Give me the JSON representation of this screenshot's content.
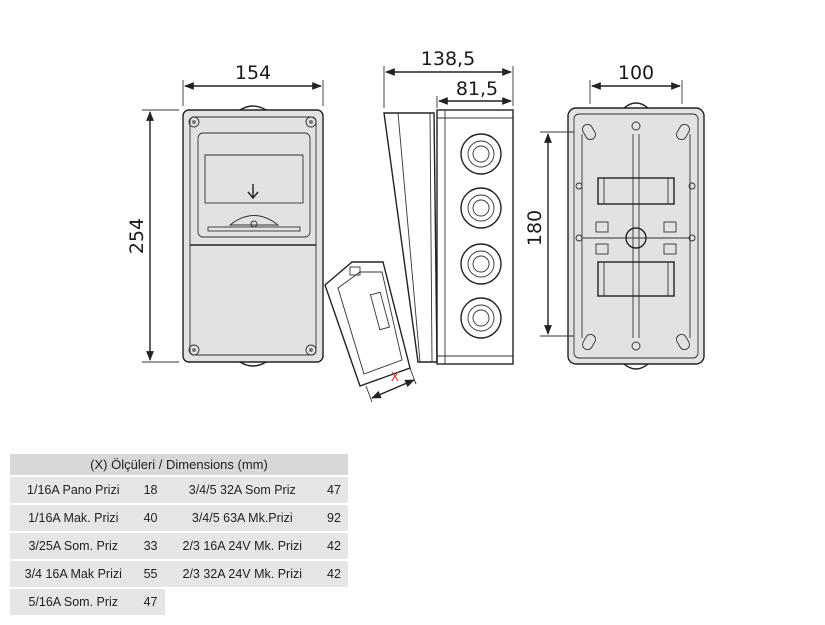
{
  "dimensions": {
    "front_width": "154",
    "front_height": "254",
    "side_total_depth": "138,5",
    "side_box_depth": "81,5",
    "side_variable": "X",
    "back_width": "100",
    "back_height": "180"
  },
  "table": {
    "header": "(X) Ölçüleri / Dimensions (mm)",
    "rows": [
      {
        "left_name": "1/16A Pano Prizi",
        "left_value": "18",
        "right_name": "3/4/5 32A Som Priz",
        "right_value": "47"
      },
      {
        "left_name": "1/16A Mak. Prizi",
        "left_value": "40",
        "right_name": "3/4/5 63A Mk.Prizi",
        "right_value": "92"
      },
      {
        "left_name": "3/25A Som. Priz",
        "left_value": "33",
        "right_name": "2/3 16A 24V Mk. Prizi",
        "right_value": "42"
      },
      {
        "left_name": "3/4 16A Mak Prizi",
        "left_value": "55",
        "right_name": "2/3 32A 24V Mk. Prizi",
        "right_value": "42"
      },
      {
        "left_name": "5/16A Som. Priz",
        "left_value": "47",
        "right_name": "",
        "right_value": ""
      }
    ]
  }
}
